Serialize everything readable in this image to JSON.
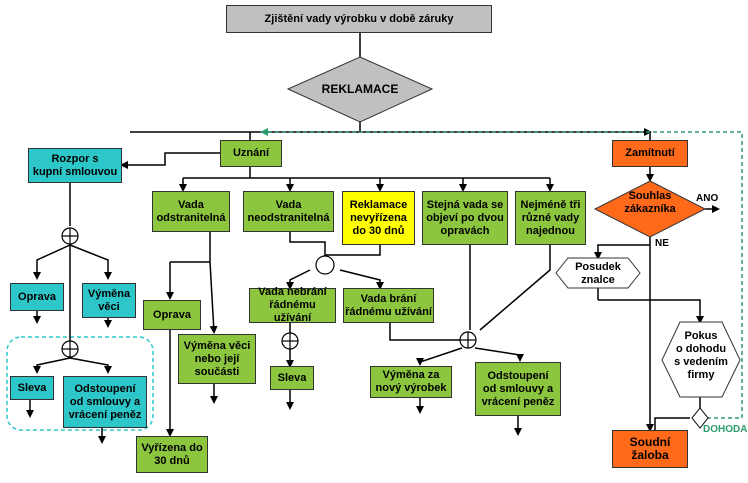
{
  "title": "Zjištění vady výrobku v době záruky",
  "reklamace": "REKLAMACE",
  "uznani": "Uznání",
  "zamitnuti": "Zamítnutí",
  "rozpor": "Rozpor s\nkupní smlouvou",
  "vada_odstranitelna": "Vada\nodstranitelná",
  "vada_neodstranitelna": "Vada\nneodstranitelná",
  "reklamace_nevyrizena": "Reklamace\nnevyřízena\ndo 30 dnů",
  "stejna_vada": "Stejná vada se\nobjeví po dvou\nopravách",
  "nejmene_tri": "Nejméně tři\nrůzné vady\nnajednou",
  "souhlas": "Souhlas\nzákazníka",
  "ano": "ANO",
  "ne": "NE",
  "posudek": "Posudek\nznalce",
  "pokus": "Pokus\no dohodu\ns vedením\nfirmy",
  "dohoda": "DOHODA",
  "soudni_zaloba": "Soudní\nžaloba",
  "rozpor_oprava": "Oprava",
  "rozpor_vymena": "Výměna\nvěci",
  "sleva_left": "Sleva",
  "odstoupeni_left": "Odstoupení\nod smlouvy a\nvrácení peněz",
  "oprava_mid": "Oprava",
  "vymena_veci": "Výměna věci\nnebo její\nsoučásti",
  "vyrizena_30": "Vyřízena do\n30 dnů",
  "vada_nebrani": "Vada nebrání\nřádnému užívání",
  "vada_brani": "Vada brání\nřádnému užívání",
  "sleva_mid": "Sleva",
  "vymena_za_novy": "Výměna za\nnový výrobek",
  "odstoupeni_mid": "Odstoupení\nod smlouvy a\nvrácení peněz",
  "colors": {
    "green": "#8cc63f",
    "teal": "#2ec7c9",
    "orange": "#ff6a1a",
    "yellow": "#ffff00",
    "gray": "#c0c0c0",
    "dashed": "#2e9b6b"
  }
}
